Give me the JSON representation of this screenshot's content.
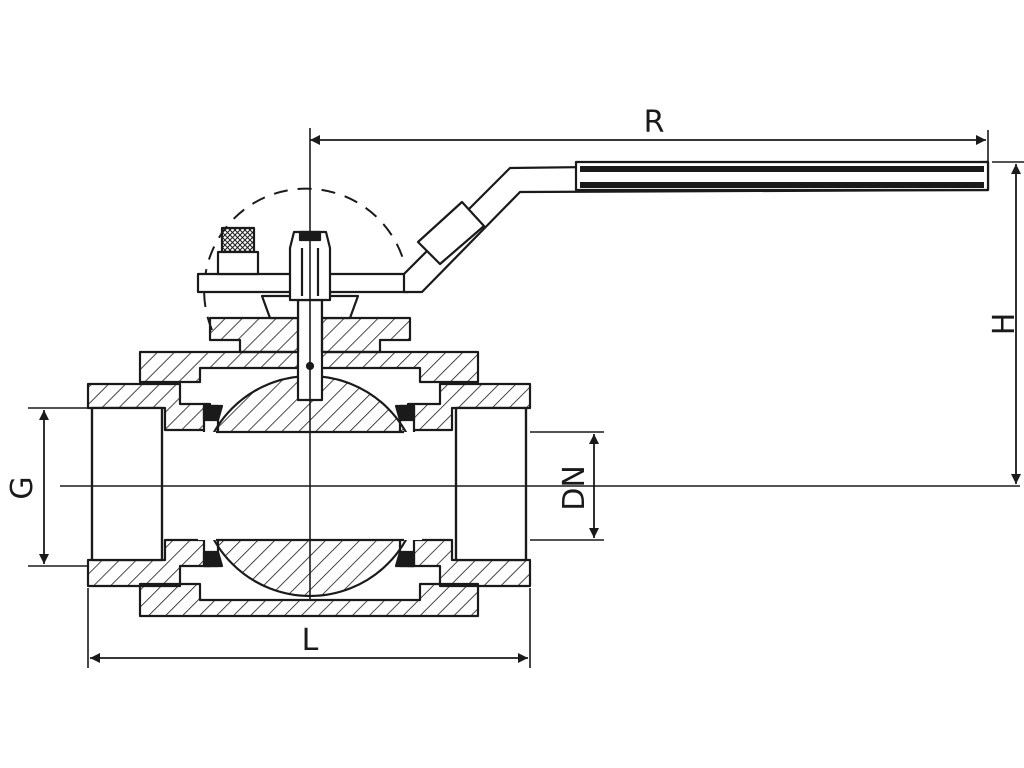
{
  "figure": {
    "dimensions": {
      "handle_reach": "R",
      "height": "H",
      "thread": "G",
      "nominal_diameter": "DN",
      "length": "L"
    }
  }
}
